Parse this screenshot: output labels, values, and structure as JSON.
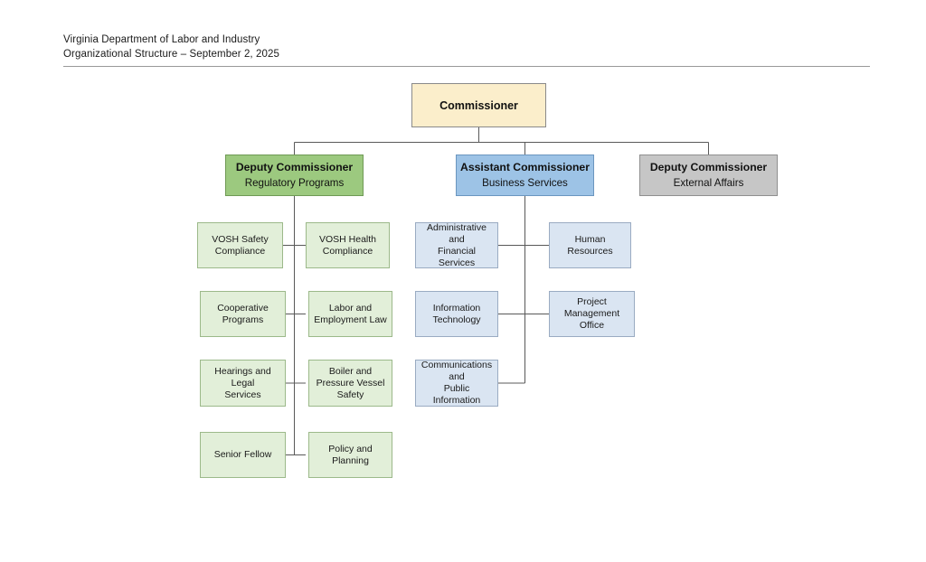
{
  "header": {
    "line1": "Virginia Department of Labor and Industry",
    "line2": "Organizational Structure – September 2, 2025"
  },
  "colors": {
    "commissioner_fill": "#fbeecb",
    "regulatory_fill": "#9cc97f",
    "business_fill": "#9dc3e6",
    "external_fill": "#c6c6c6",
    "green_child_fill": "#e2efd9",
    "blue_child_fill": "#dae5f2",
    "connector": "#595959",
    "border": "#8c8c8c"
  },
  "chart_data": {
    "type": "diagram",
    "title": "Virginia Department of Labor and Industry Organizational Structure",
    "nodes": {
      "commissioner": {
        "title": "Commissioner"
      },
      "regulatory": {
        "title": "Deputy Commissioner",
        "subtitle": "Regulatory Programs"
      },
      "business": {
        "title": "Assistant Commissioner",
        "subtitle": "Business Services"
      },
      "external": {
        "title": "Deputy Commissioner",
        "subtitle": "External Affairs"
      }
    },
    "regulatory_children": [
      {
        "left": "VOSH Safety\nCompliance",
        "right": "VOSH Health\nCompliance"
      },
      {
        "left": "Cooperative\nPrograms",
        "right": "Labor and\nEmployment Law"
      },
      {
        "left": "Hearings and Legal\nServices",
        "right": "Boiler and\nPressure Vessel\nSafety"
      },
      {
        "left": "Senior Fellow",
        "right": "Policy and Planning"
      }
    ],
    "business_children": [
      {
        "left": "Administrative and\nFinancial Services",
        "right": "Human\nResources"
      },
      {
        "left": "Information\nTechnology",
        "right": "Project\nManagement\nOffice"
      },
      {
        "left": "Communications\nand\nPublic Information",
        "right": null
      }
    ],
    "external_children": []
  }
}
